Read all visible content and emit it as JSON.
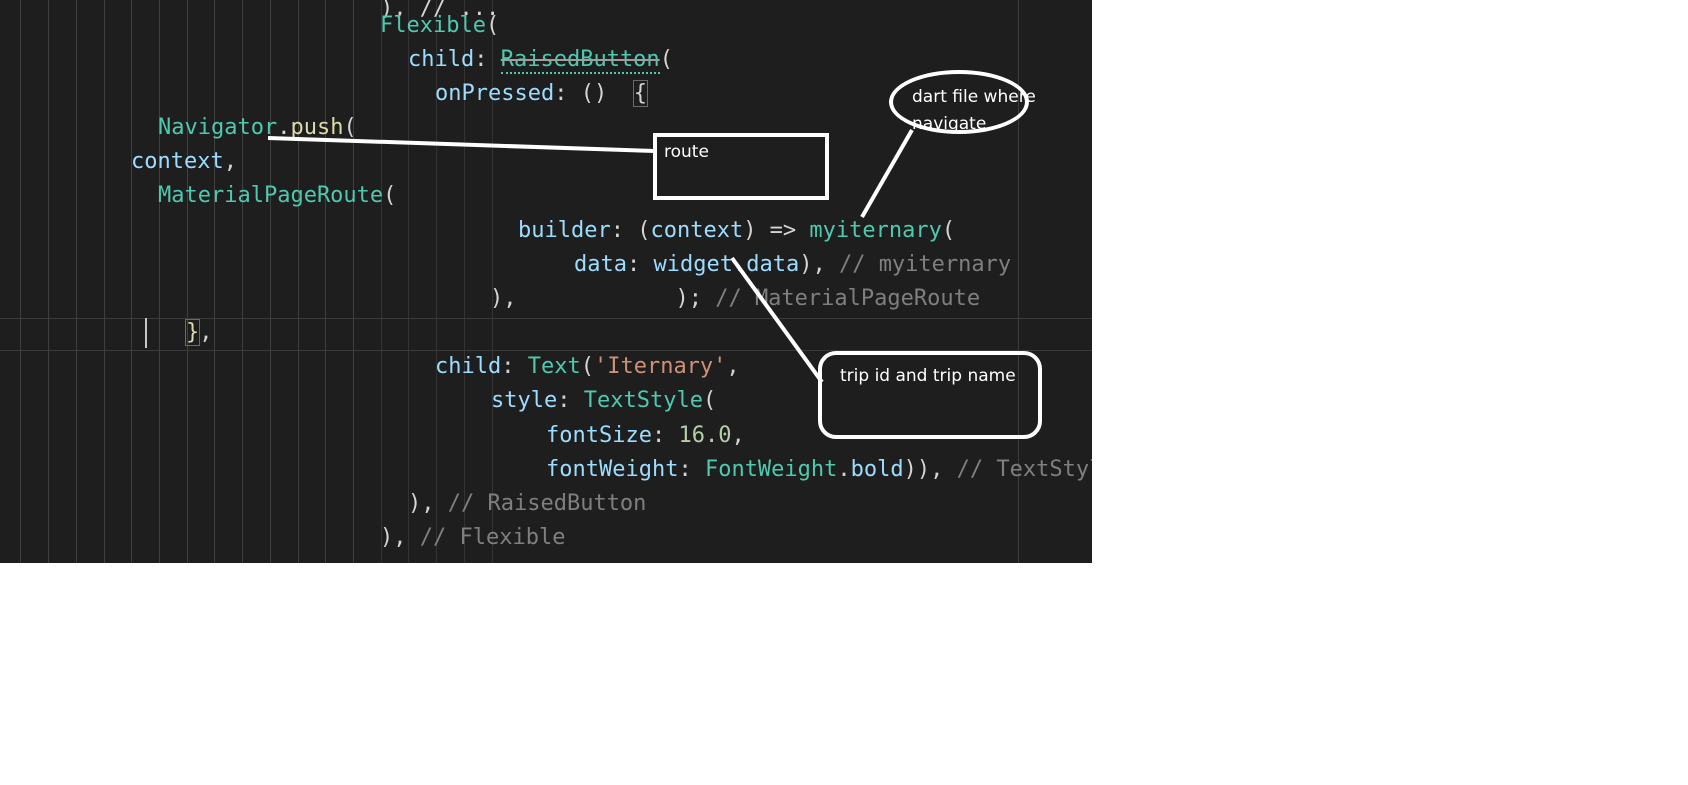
{
  "code": {
    "flexible_open": {
      "cls": "Flexible",
      "p": "("
    },
    "child_raised": {
      "prop": "child",
      "colon": ": ",
      "cls": "RaisedButton",
      "p": "("
    },
    "on_pressed": {
      "prop": "onPressed",
      "rest": ": ()  ",
      "brace": "{"
    },
    "navigator": {
      "cls": "Navigator",
      "dot": ".",
      "fn": "push",
      "p": "("
    },
    "context_line": {
      "prop": "context",
      "p": ","
    },
    "material_route": {
      "cls": "MaterialPageRoute",
      "p": "("
    },
    "builder": {
      "prop": "builder",
      "a": ": (",
      "ctx": "context",
      "b": ") => ",
      "cls": "myiternary",
      "p": "("
    },
    "data_line": {
      "prop": "data",
      "a": ": ",
      "w": "widget",
      "dot": ".",
      "d": "data",
      "b": "), ",
      "comment": "// myiternary"
    },
    "close_route": {
      "a": "),",
      "gap": "            ",
      "b": "); ",
      "comment": "// MaterialPageRoute"
    },
    "close_brace": {
      "brace": "}",
      "p": ","
    },
    "child_text": {
      "prop": "child",
      "a": ": ",
      "cls": "Text",
      "b": "(",
      "str": "'Iternary'",
      "c": ","
    },
    "style_line": {
      "prop": "style",
      "a": ": ",
      "cls": "TextStyle",
      "p": "("
    },
    "font_size": {
      "prop": "fontSize",
      "a": ": ",
      "num": "16.0",
      "p": ","
    },
    "font_weight": {
      "prop": "fontWeight",
      "a": ": ",
      "cls": "FontWeight",
      "dot": ".",
      "val": "bold",
      "b": ")), ",
      "comment": "// TextStyle"
    },
    "close_raised": {
      "a": "), ",
      "comment": "// RaisedButton"
    },
    "close_flexible": {
      "a": "), ",
      "comment": "// Flexible"
    }
  },
  "annotations": {
    "route_label": "route",
    "dart_file_label": "dart file where navigate",
    "trip_label": "trip id and trip name"
  },
  "colors": {
    "editor_bg": "#1e1e1e",
    "class": "#4ec9b0",
    "property": "#9cdcfe",
    "function": "#dcdcaa",
    "string": "#ce9178",
    "number": "#b5cea8",
    "comment": "#7f7f7f",
    "annotation": "#ffffff"
  }
}
